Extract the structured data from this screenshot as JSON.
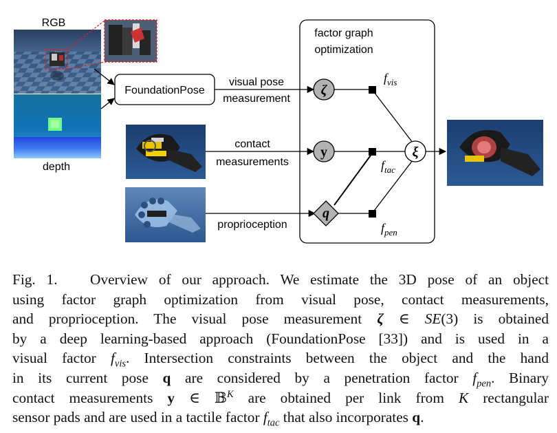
{
  "figure": {
    "rgb_label": "RGB",
    "depth_label": "depth",
    "foundationpose_label": "FoundationPose",
    "visual_pose_label_line1": "visual pose",
    "visual_pose_label_line2": "measurement",
    "contact_label_line1": "contact",
    "contact_label_line2": "measurements",
    "proprioception_label": "proprioception",
    "factor_graph_title_line1": "factor graph",
    "factor_graph_title_line2": "optimization",
    "node_zeta": "ζ",
    "node_y": "y",
    "node_q": "q",
    "node_xi": "ξ",
    "factor_vis": "f",
    "factor_vis_sub": "vis",
    "factor_tac": "f",
    "factor_tac_sub": "tac",
    "factor_pen": "f",
    "factor_pen_sub": "pen"
  },
  "caption": {
    "fig_label": "Fig. 1.",
    "l1_text": "Overview of our approach. We estimate the 3D pose of an object",
    "l2_text": "using factor graph optimization from visual pose, contact measurements,",
    "l3_a": "and proprioception. The visual pose measurement ",
    "l3_zeta": "ζ",
    "l3_in": " ∈ ",
    "l3_se": "SE",
    "l3_se_arg": "(3)",
    "l3_b": " is obtained",
    "l4_text": "by a deep learning-based approach (FoundationPose [33]) and is used in a",
    "l5_a": "visual factor ",
    "l5_f": "f",
    "l5_sub": "vis",
    "l5_b": ". Intersection constraints between the object and the hand",
    "l6_a": "in its current pose ",
    "l6_q": "q",
    "l6_b": " are considered by a penetration factor ",
    "l6_f": "f",
    "l6_sub": "pen",
    "l6_c": ". Binary",
    "l7_a": "contact measurements ",
    "l7_y": "y",
    "l7_in": " ∈ ",
    "l7_B": "𝔹",
    "l7_K": "K",
    "l7_b": " are obtained per link from ",
    "l7_K2": "K",
    "l7_c": " rectangular",
    "l8_a": "sensor pads and are used in a tactile factor ",
    "l8_f": "f",
    "l8_sub": "tac",
    "l8_b": " that also incorporates ",
    "l8_q": "q",
    "l8_c": "."
  }
}
